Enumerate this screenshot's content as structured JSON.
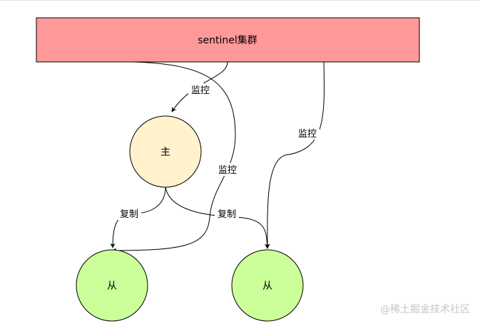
{
  "diagram": {
    "cluster": {
      "label": "sentinel集群",
      "fill_color": "#ff9999",
      "stroke_color": "#000000"
    },
    "nodes": [
      {
        "id": "master",
        "label": "主",
        "fill_color": "#fff2cc"
      },
      {
        "id": "replica_left",
        "label": "从",
        "fill_color": "#ccff99"
      },
      {
        "id": "replica_right",
        "label": "从",
        "fill_color": "#ccff99"
      }
    ],
    "edges": [
      {
        "id": "monitor-master",
        "from": "cluster",
        "to": "master",
        "label": "监控"
      },
      {
        "id": "monitor-replica-left",
        "from": "cluster",
        "to": "replica_left",
        "label": "监控"
      },
      {
        "id": "monitor-replica-right",
        "from": "cluster",
        "to": "replica_right",
        "label": "监控"
      },
      {
        "id": "replicate-left",
        "from": "master",
        "to": "replica_left",
        "label": "复制"
      },
      {
        "id": "replicate-right",
        "from": "master",
        "to": "replica_right",
        "label": "复制"
      }
    ]
  },
  "watermark": "@稀土掘金技术社区"
}
